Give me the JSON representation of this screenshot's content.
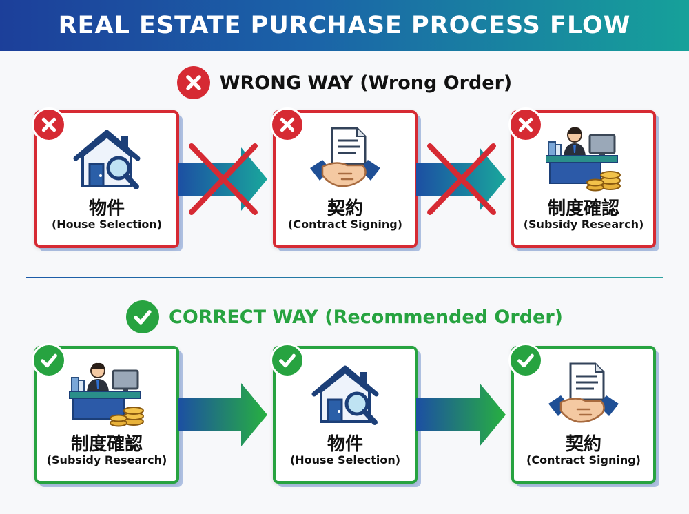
{
  "title": "REAL ESTATE PURCHASE PROCESS FLOW",
  "wrong_section": {
    "label": "WRONG WAY (Wrong Order)",
    "steps": [
      {
        "jp": "物件",
        "en": "(House Selection)",
        "icon": "house-search-icon"
      },
      {
        "jp": "契約",
        "en": "(Contract Signing)",
        "icon": "contract-handshake-icon"
      },
      {
        "jp": "制度確認",
        "en": "(Subsidy Research)",
        "icon": "subsidy-office-icon"
      }
    ]
  },
  "correct_section": {
    "label": "CORRECT WAY (Recommended Order)",
    "steps": [
      {
        "jp": "制度確認",
        "en": "(Subsidy Research)",
        "icon": "subsidy-office-icon"
      },
      {
        "jp": "物件",
        "en": "(House Selection)",
        "icon": "house-search-icon"
      },
      {
        "jp": "契約",
        "en": "(Contract Signing)",
        "icon": "contract-handshake-icon"
      }
    ]
  },
  "colors": {
    "wrong": "#d62a33",
    "correct": "#27a340",
    "header_start": "#1c3f9a",
    "header_end": "#16a19a"
  }
}
